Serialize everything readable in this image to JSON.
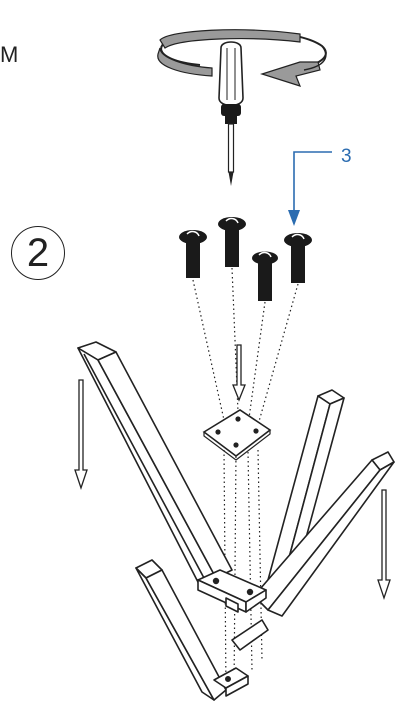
{
  "diagram": {
    "corner_text": "M",
    "step_number": "2",
    "callout_number": "3",
    "colors": {
      "line": "#222222",
      "callout": "#2b6cb0",
      "bolt": "#1a1a1a",
      "arrow_fill": "#9a9a9a"
    },
    "icons": [
      "rotation-arrow-icon",
      "screwdriver-icon",
      "bolt-icon",
      "down-arrow-icon",
      "mounting-plate-icon",
      "leg-icon"
    ]
  }
}
